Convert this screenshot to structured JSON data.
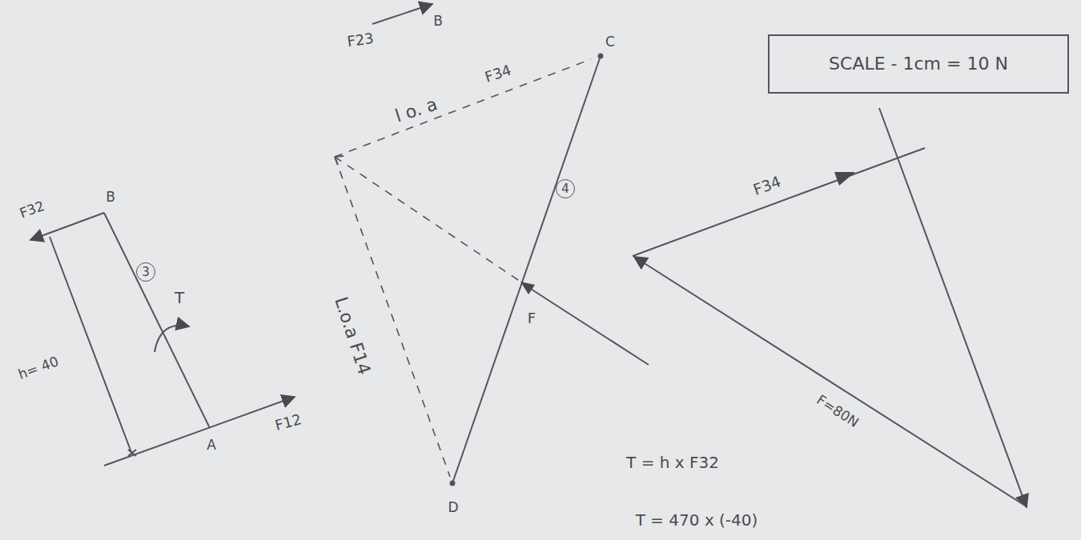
{
  "diagram": {
    "nodes": [
      {
        "text": [
          "SCALE - 1cm = 10 N"
        ]
      },
      {
        "text": [
          "4"
        ]
      },
      {
        "text": [
          "3"
        ]
      }
    ],
    "labels": [
      "F23",
      "B",
      "C",
      "l o. a",
      "F34",
      "F32",
      "B",
      "T",
      "h= 40",
      "A",
      "F12",
      "L.o.a F14",
      "F",
      "D",
      "F34",
      "F=80N",
      "T = h x F32",
      "T = 470 x (-40)"
    ]
  }
}
